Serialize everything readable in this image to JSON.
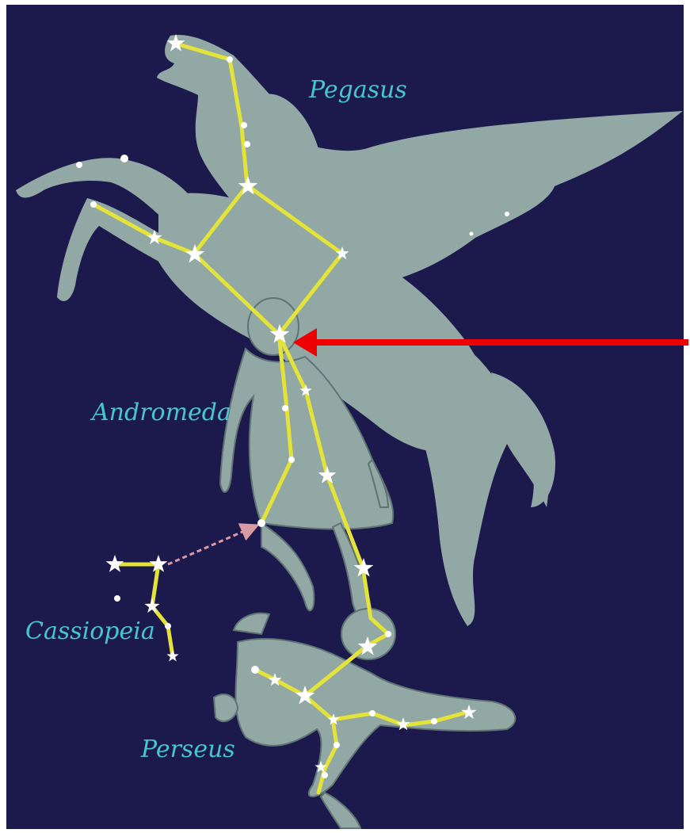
{
  "labels": {
    "pegasus": "Pegasus",
    "andromeda": "Andromeda",
    "cassiopeia": "Cassiopeia",
    "perseus": "Perseus"
  },
  "colors": {
    "sky": "#1c1a4d",
    "figure": "#91a8a5",
    "line": "#e4e33a",
    "star": "#ffffff",
    "label": "#47c6cf",
    "arrow": "#ee0000",
    "dashed_arrow": "#d99aa6"
  },
  "icons": [
    "star-icon",
    "red-arrow-icon"
  ]
}
